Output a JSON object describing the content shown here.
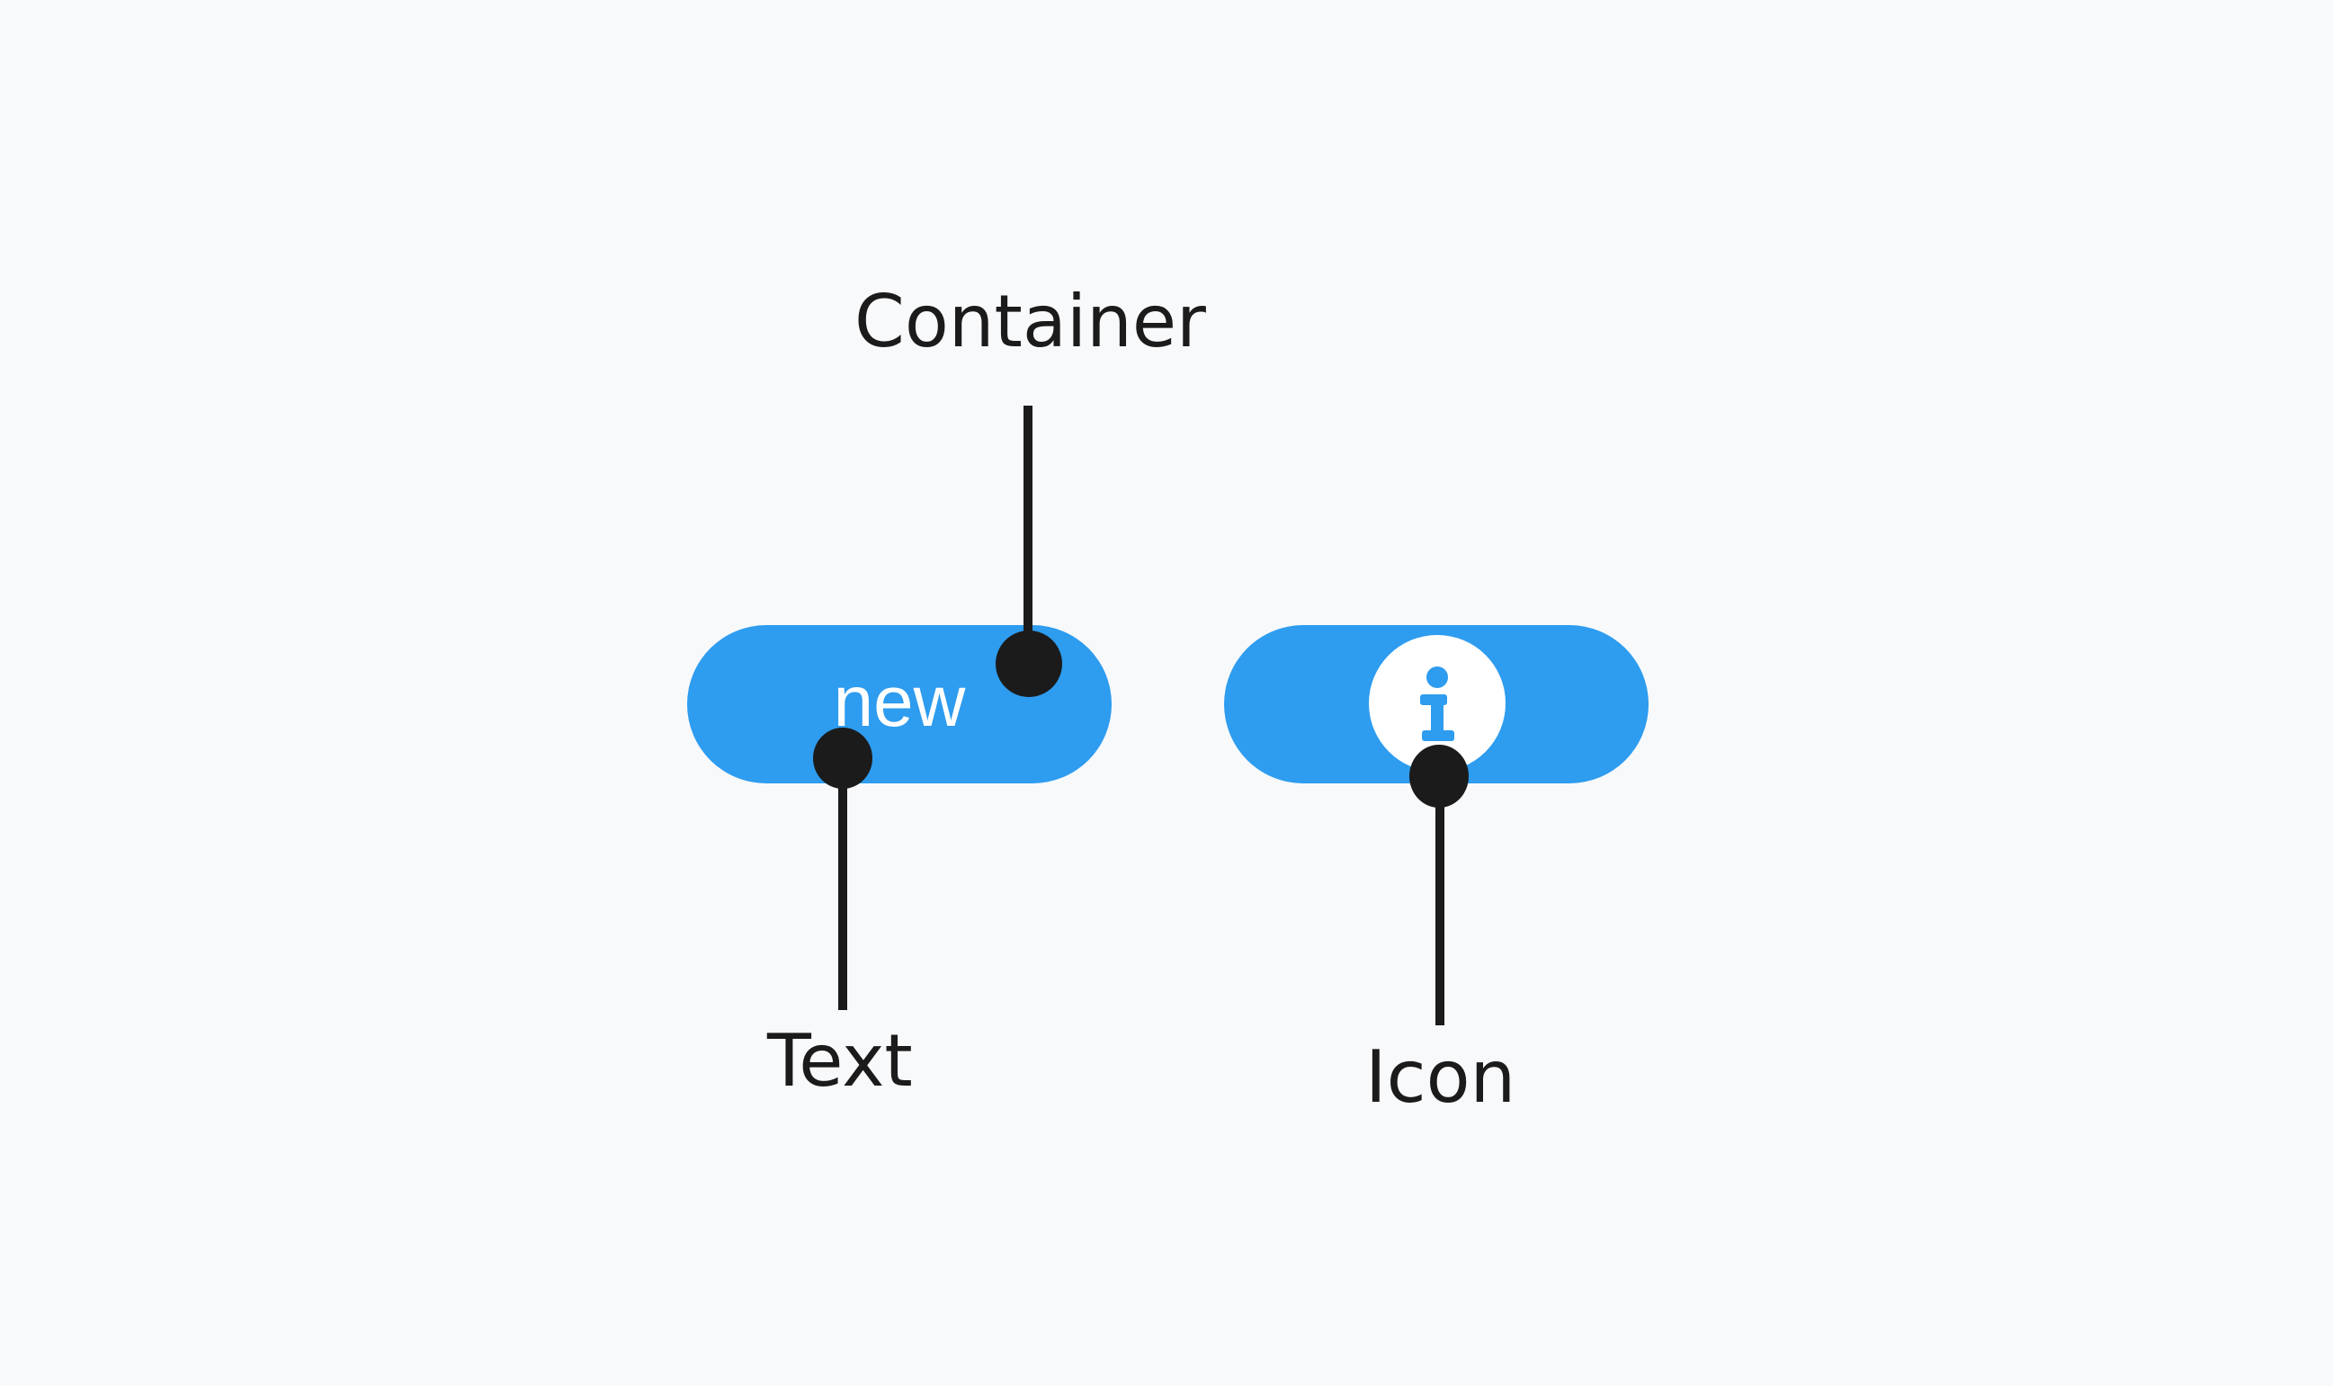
{
  "callouts": {
    "container_label": "Container",
    "text_label": "Text",
    "icon_label": "Icon"
  },
  "badges": {
    "text_badge_label": "new",
    "icon_badge_icon": "info-icon"
  },
  "colors": {
    "background": "#f8f9fb",
    "badge_fill": "#2e9cef",
    "badge_text": "#ffffff",
    "icon_circle": "#ffffff",
    "callout_ink": "#1b1b1b"
  }
}
